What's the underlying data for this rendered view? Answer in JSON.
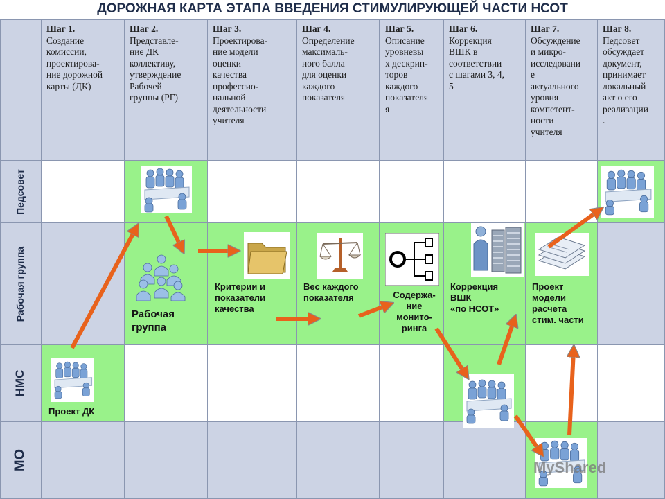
{
  "title": "ДОРОЖНАЯ КАРТА ЭТАПА  ВВЕДЕНИЯ СТИМУЛИРУЮЩЕЙ ЧАСТИ НСОТ",
  "steps": [
    {
      "num": "Шаг 1.",
      "text": "Создание\nкомиссии,\nпроектирова-\nние дорожной\nкарты (ДК)"
    },
    {
      "num": "Шаг 2.",
      "text": "Представле-\nние  ДК\nколлективу,\nутверждение\nРабочей\nгруппы (РГ)"
    },
    {
      "num": "Шаг 3.",
      "text": "Проектирова-\nние модели\nоценки\nкачества\nпрофессио-\nнальной\nдеятельности\nучителя"
    },
    {
      "num": "Шаг 4.",
      "text": "Определение\nмаксималь-\nного балла\nдля оценки\nкаждого\nпоказателя"
    },
    {
      "num": "Шаг 5.",
      "text": "Описание\nуровневы\nх дескрип-\nторов\nкаждого\nпоказателя\nя"
    },
    {
      "num": "Шаг 6.",
      "text": "Коррекция\nВШК в\nсоответствии\nс шагами 3, 4,\n5"
    },
    {
      "num": "Шаг 7.",
      "text": "Обсуждение\nи микро-\nисследовани\nе\nактуального\nуровня\nкомпетент-\nности\nучителя"
    },
    {
      "num": "Шаг 8.",
      "text": "Педсовет\nобсуждает\nдокумент,\nпринимает\nлокальный\nакт о его\nреализации\n."
    }
  ],
  "rows": [
    "Педсовет",
    "Рабочая группа",
    "НМС",
    "МО"
  ],
  "labels": {
    "project_dk": "Проект ДК",
    "working_group": "Рабочая\nгруппа",
    "criteria": "Критерии и\nпоказатели\nкачества",
    "weight": "Вес каждого\nпоказателя",
    "monitoring": "Содержа-\nние\nмонито-\nринга",
    "correction": "Коррекция\nВШК\n«по НСОТ»",
    "model": "Проект\nмодели\nрасчета\nстим. части"
  },
  "icons": [
    "meeting-icon",
    "people-group-icon",
    "folder-icon",
    "scales-icon",
    "tree-diagram-icon",
    "server-person-icon",
    "documents-stack-icon"
  ],
  "watermark": "MyShared",
  "colors": {
    "header": "#ccd3e4",
    "green": "#99f28a",
    "arrow": "#e8621c",
    "title": "#1f2d4a"
  }
}
